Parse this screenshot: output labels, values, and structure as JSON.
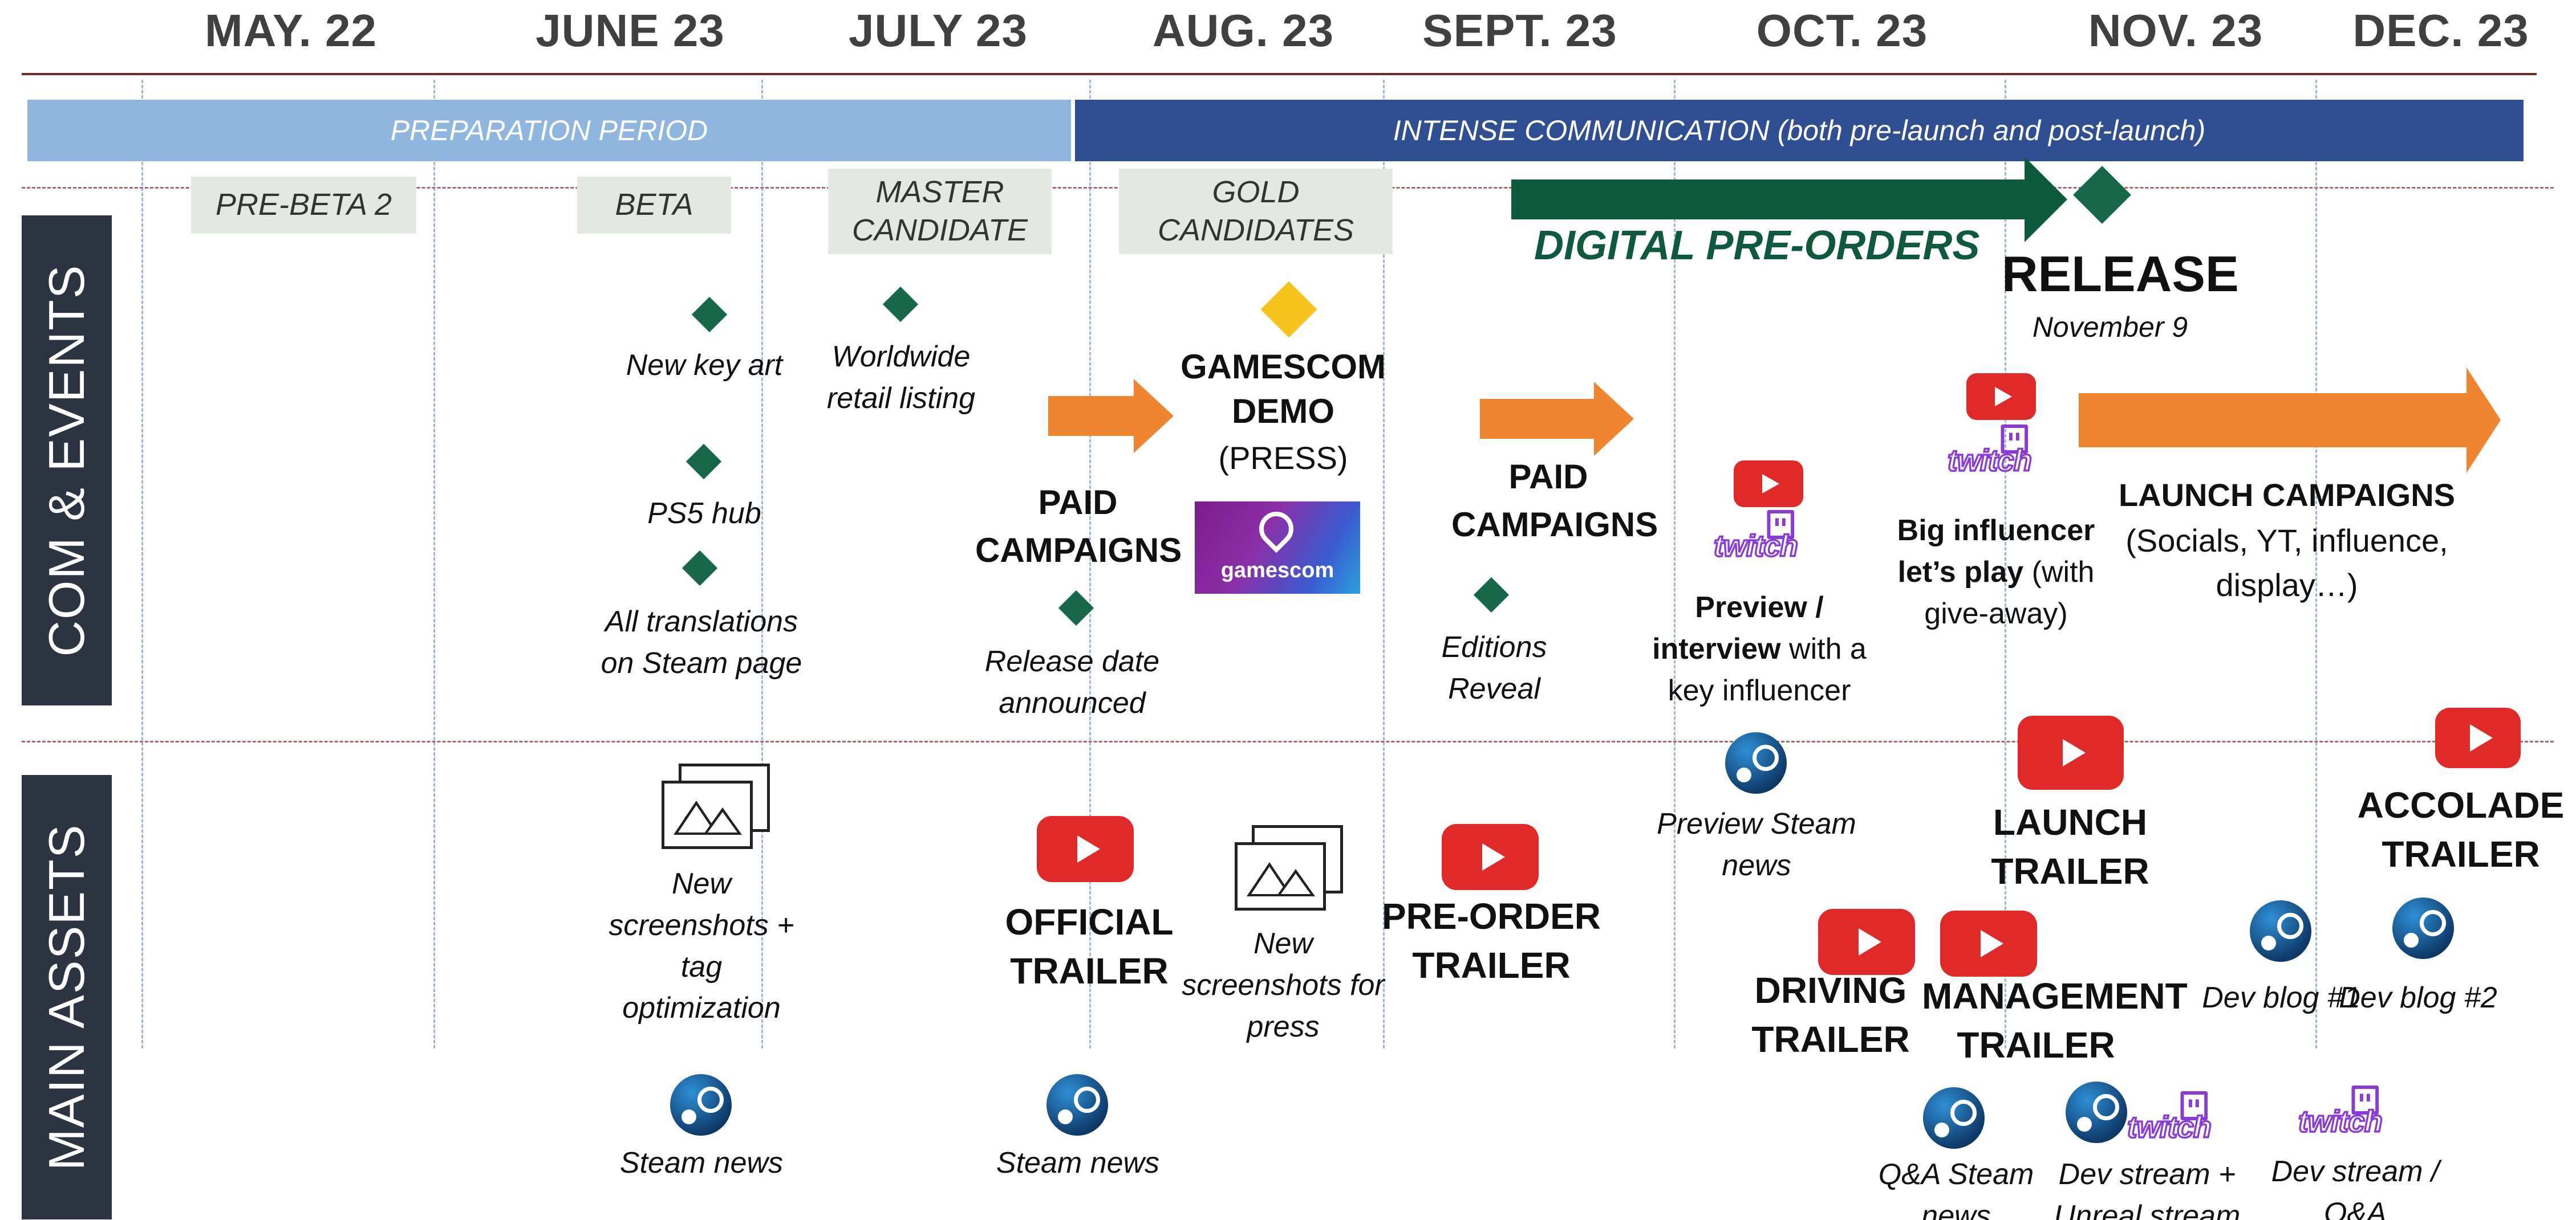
{
  "months": [
    "MAY. 22",
    "JUNE 23",
    "JULY 23",
    "AUG. 23",
    "SEPT. 23",
    "OCT. 23",
    "NOV. 23",
    "DEC. 23"
  ],
  "periods": {
    "preparation": "PREPARATION PERIOD",
    "intense": "INTENSE COMMUNICATION (both pre-launch and post-launch)"
  },
  "milestones": {
    "prebeta": "PRE-BETA 2",
    "beta": "BETA",
    "master": "MASTER CANDIDATE",
    "gold": "GOLD CANDIDATES"
  },
  "sections": {
    "com_events": "COM & EVENTS",
    "main_assets": "MAIN ASSETS"
  },
  "digital_preorders": "DIGITAL PRE-ORDERS",
  "release": {
    "title": "RELEASE",
    "date": "November 9"
  },
  "events": {
    "new_key_art": "New key art",
    "ps5_hub": "PS5 hub",
    "translations": "All translations on Steam page",
    "retail_listing": "Worldwide retail listing",
    "paid_campaigns_1": "PAID CAMPAIGNS",
    "release_date": "Release date announced",
    "gamescom_title": "GAMESCOM DEMO",
    "gamescom_sub": "(PRESS)",
    "gamescom_logo": "gamescom",
    "paid_campaigns_2": "PAID CAMPAIGNS",
    "editions_reveal": "Editions Reveal",
    "preview_bold": "Preview / interview",
    "preview_rest": "with a key influencer",
    "influencer_bold": "Big influencer let’s play",
    "influencer_rest": "(with give-away)",
    "launch_campaigns": "LAUNCH CAMPAIGNS",
    "launch_campaigns_sub": "(Socials, YT, influence, display…)"
  },
  "assets": {
    "new_screenshots_tag": "New screenshots + tag optimization",
    "steam_news_1": "Steam news",
    "official_trailer": "OFFICIAL TRAILER",
    "steam_news_2": "Steam news",
    "new_screenshots_press": "New screenshots for press",
    "preorder_trailer": "PRE-ORDER TRAILER",
    "preview_steam_news": "Preview Steam news",
    "driving_trailer": "DRIVING TRAILER",
    "launch_trailer": "LAUNCH TRAILER",
    "management_trailer": "MANAGEMENT TRAILER",
    "qa_steam_news": "Q&A Steam news",
    "dev_stream_unreal": "Dev stream + Unreal stream",
    "accolade_trailer": "ACCOLADE TRAILER",
    "dev_blog_1": "Dev blog #1",
    "dev_blog_2": "Dev blog #2",
    "dev_stream_qa": "Dev stream / Q&A"
  },
  "twitch_word": "twitch",
  "colors": {
    "preparation": "#8fb6df",
    "intense": "#2f4f92",
    "preorder_arrow": "#0f5a3d",
    "campaign_arrow": "#ef8431",
    "diamond": "#17684a",
    "gold_diamond": "#f6c21c",
    "youtube": "#e02a2a",
    "sidebar": "#2b3440"
  },
  "icons": [
    "diamond-marker",
    "youtube-icon",
    "steam-icon",
    "twitch-icon",
    "picture-icon",
    "gamescom-logo",
    "arrow"
  ]
}
